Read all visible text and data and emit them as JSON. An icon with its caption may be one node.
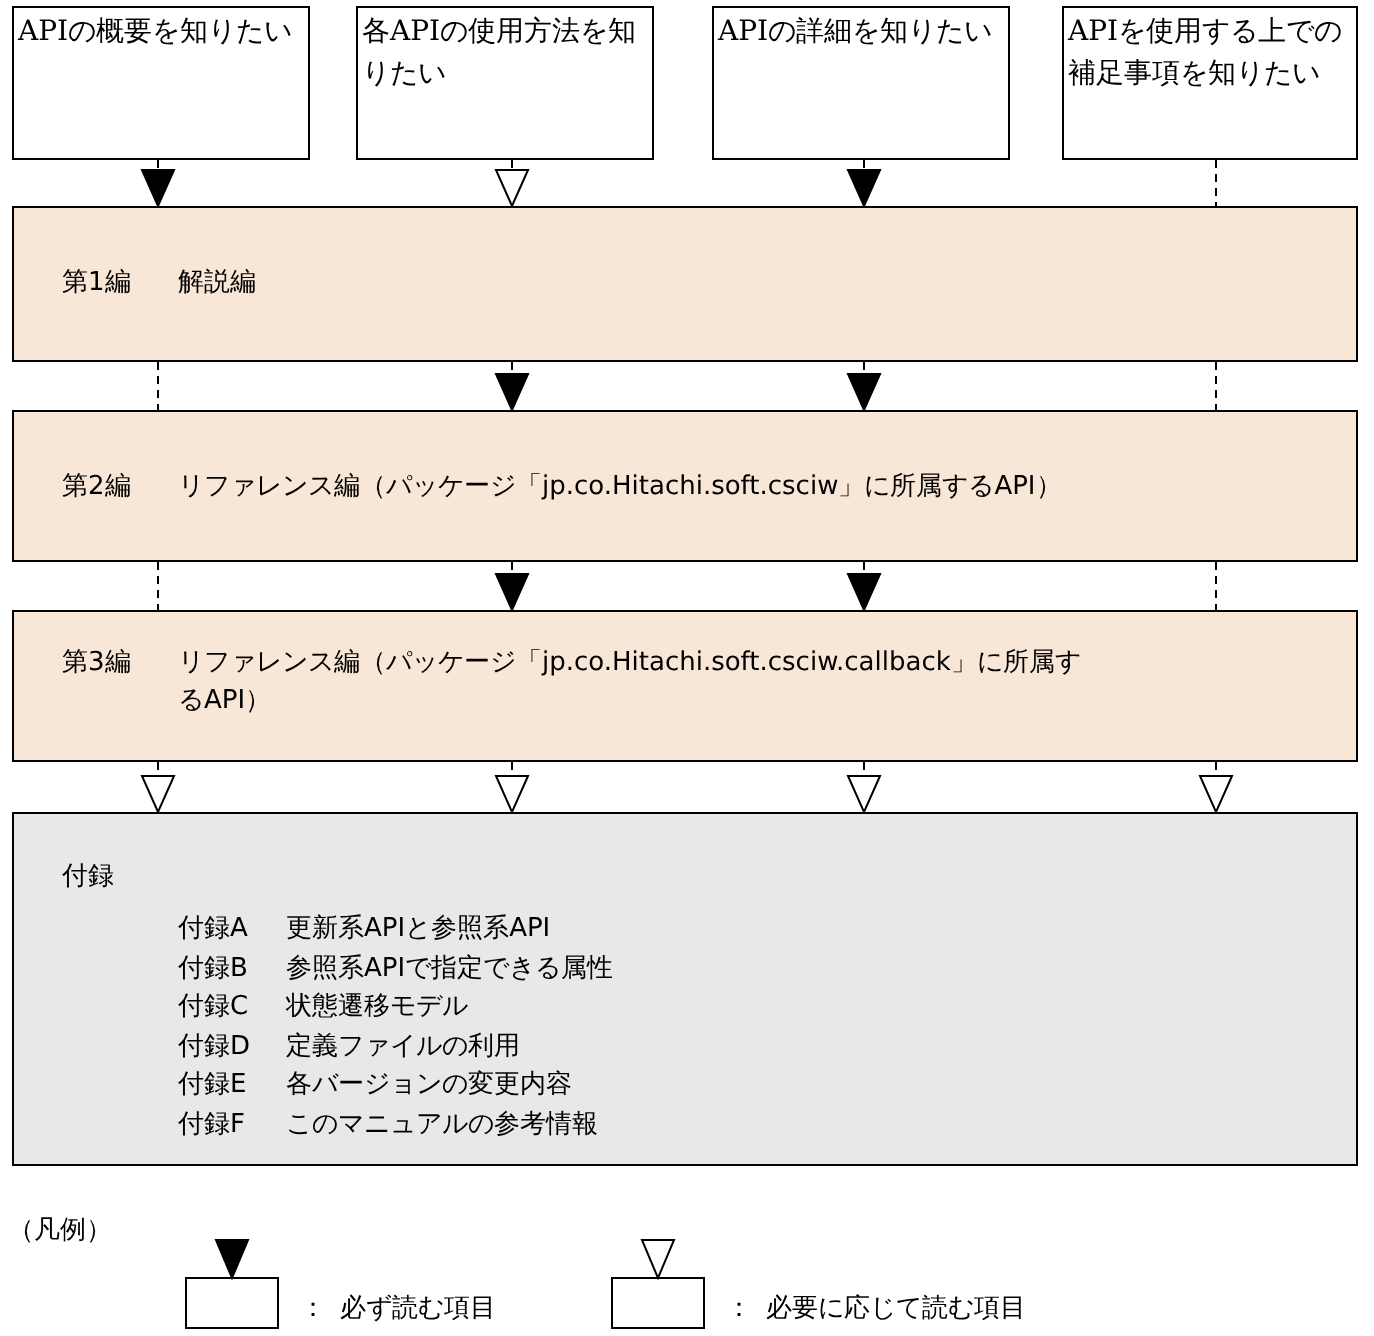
{
  "diagram": {
    "nodes": [
      {
        "text": [
          "APIの概要を知りたい"
        ]
      },
      {
        "text": [
          "各APIの使用方法を知りたい"
        ]
      },
      {
        "text": [
          "APIの詳細を知りたい"
        ]
      },
      {
        "text": [
          "APIを使用する上での補足事項を知りたい"
        ]
      },
      {
        "text": [
          "第1編",
          "解説編"
        ]
      },
      {
        "text": [
          "第2編",
          "リファレンス編（パッケージ「jp.co.Hitachi.soft.csciw」に所属するAPI）"
        ]
      },
      {
        "text": [
          "第3編",
          "リファレンス編（パッケージ「jp.co.Hitachi.soft.csciw.callback」に所属するAPI）"
        ]
      },
      {
        "text": [
          "付録",
          "付録A",
          "更新系APIと参照系API",
          "付録B",
          "参照系APIで指定できる属性",
          "付録C",
          "状態遷移モデル",
          "付録D",
          "定義ファイルの利用",
          "付録E",
          "各バージョンの変更内容",
          "付録F",
          "このマニュアルの参考情報"
        ]
      }
    ],
    "edges": [
      {
        "from": 0,
        "to": 4,
        "arrow": "to",
        "style": "dashed"
      },
      {
        "from": 1,
        "to": 4,
        "arrow": "to",
        "style": "dashed"
      },
      {
        "from": 2,
        "to": 4,
        "arrow": "to",
        "style": "dashed"
      },
      {
        "from": 3,
        "to": 4,
        "arrow": "none",
        "style": "dashed"
      },
      {
        "from": 4,
        "to": 5,
        "arrow": "none",
        "style": "dashed"
      },
      {
        "from": 4,
        "to": 5,
        "arrow": "to",
        "style": "dashed"
      },
      {
        "from": 4,
        "to": 5,
        "arrow": "to",
        "style": "dashed"
      },
      {
        "from": 4,
        "to": 5,
        "arrow": "none",
        "style": "dashed"
      },
      {
        "from": 5,
        "to": 6,
        "arrow": "none",
        "style": "dashed"
      },
      {
        "from": 5,
        "to": 6,
        "arrow": "to",
        "style": "dashed"
      },
      {
        "from": 5,
        "to": 6,
        "arrow": "to",
        "style": "dashed"
      },
      {
        "from": 5,
        "to": 6,
        "arrow": "none",
        "style": "dashed"
      },
      {
        "from": 6,
        "to": 7,
        "arrow": "to",
        "style": "dashed"
      },
      {
        "from": 6,
        "to": 7,
        "arrow": "to",
        "style": "dashed"
      },
      {
        "from": 6,
        "to": 7,
        "arrow": "to",
        "style": "dashed"
      },
      {
        "from": 6,
        "to": 7,
        "arrow": "to",
        "style": "dashed"
      }
    ],
    "labels": [
      "（凡例）",
      "：",
      "："
    ],
    "legend": [
      {
        "text": "必ず読む項目"
      },
      {
        "text": "必要に応じて読む項目"
      }
    ]
  }
}
